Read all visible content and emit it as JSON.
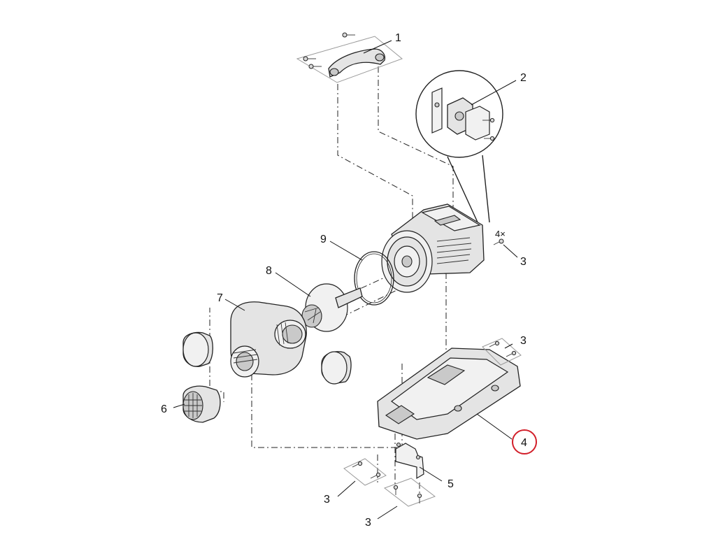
{
  "labels": {
    "l1": "1",
    "l2": "2",
    "l3a": "3",
    "l3a_qty": "4×",
    "l3b": "3",
    "l3c": "3",
    "l3d": "3",
    "l4": "4",
    "l5": "5",
    "l6": "6",
    "l7": "7",
    "l8": "8",
    "l9": "9"
  },
  "colors": {
    "line": "#222222",
    "highlight_circle": "#d21f2a",
    "part_fill": "#e4e4e4"
  },
  "highlighted_part": "4"
}
